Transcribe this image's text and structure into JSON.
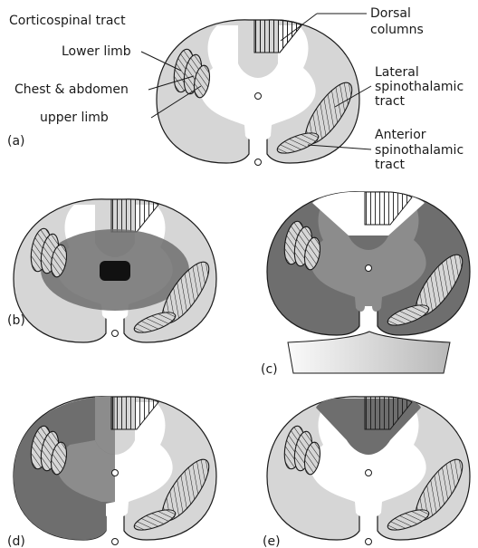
{
  "labels": {
    "corticospinal": "Corticospinal tract",
    "lower_limb": "Lower limb",
    "chest_abdomen": "Chest & abdomen",
    "upper_limb": "upper limb",
    "dorsal_1": "Dorsal",
    "dorsal_2": "columns",
    "lateral_1": "Lateral",
    "lateral_2": "spinothalamic",
    "lateral_3": "tract",
    "anterior_1": "Anterior",
    "anterior_2": "spinothalamic",
    "anterior_3": "tract"
  },
  "panels": {
    "a": "(a)",
    "b": "(b)",
    "c": "(c)",
    "d": "(d)",
    "e": "(e)"
  },
  "colors": {
    "white_matter": "#d6d6d6",
    "grey_matter": "#ffffff",
    "lesion_dark": "#6e6e6e",
    "lesion_medium": "#8c8c8c",
    "haemorrhage": "#111111",
    "outline": "#1a1a1a"
  }
}
